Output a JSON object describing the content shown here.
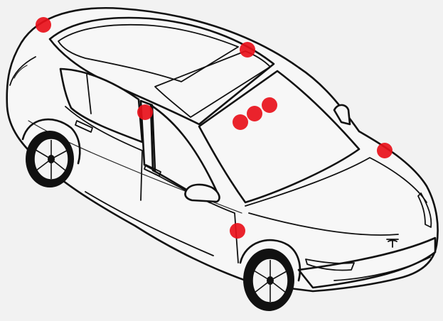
{
  "colors": {
    "background": "#f2f2f2",
    "line": "#111111",
    "marker": "#e8101a"
  },
  "markers": [
    {
      "name": "marker-roof-rear-left"
    },
    {
      "name": "marker-roof-front"
    },
    {
      "name": "marker-b-pillar"
    },
    {
      "name": "marker-windshield-1"
    },
    {
      "name": "marker-windshield-2"
    },
    {
      "name": "marker-windshield-3"
    },
    {
      "name": "marker-hood-right"
    },
    {
      "name": "marker-front-door-lower"
    }
  ]
}
